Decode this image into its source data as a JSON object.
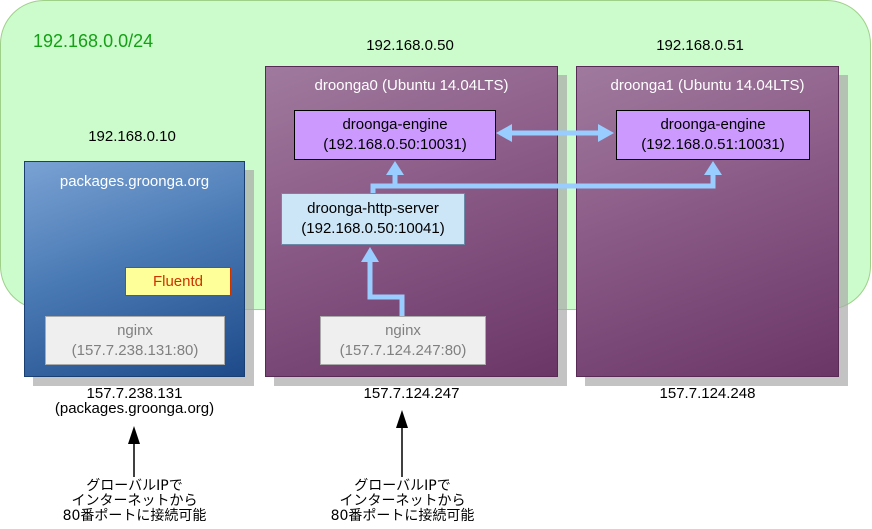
{
  "subnet": {
    "label": "192.168.0.0/24"
  },
  "hosts": {
    "packages": {
      "private_ip": "192.168.0.10",
      "title": "packages.groonga.org",
      "fluentd": "Fluentd",
      "nginx_name": "nginx",
      "nginx_addr": "(157.7.238.131:80)",
      "public_ip": "157.7.238.131",
      "public_host": "(packages.groonga.org)"
    },
    "droonga0": {
      "private_ip": "192.168.0.50",
      "title": "droonga0 (Ubuntu 14.04LTS)",
      "engine_name": "droonga-engine",
      "engine_addr": "(192.168.0.50:10031)",
      "http_name": "droonga-http-server",
      "http_addr": "(192.168.0.50:10041)",
      "nginx_name": "nginx",
      "nginx_addr": "(157.7.124.247:80)",
      "public_ip": "157.7.124.247"
    },
    "droonga1": {
      "private_ip": "192.168.0.51",
      "title": "droonga1 (Ubuntu 14.04LTS)",
      "engine_name": "droonga-engine",
      "engine_addr": "(192.168.0.51:10031)",
      "public_ip": "157.7.124.248"
    }
  },
  "notes": {
    "left": "グローバルIPで\nインターネットから\n80番ポートに接続可能",
    "right": "グローバルIPで\nインターネットから\n80番ポートに接続可能"
  },
  "colors": {
    "subnet_fill": "#ccfccc",
    "subnet_text": "#15a015",
    "engine": "#cc99ff",
    "http_server": "#cce6f7",
    "arrow_blue": "#99ccff",
    "fluentd_fill": "#ffff99",
    "fluentd_text": "#cc3300"
  }
}
